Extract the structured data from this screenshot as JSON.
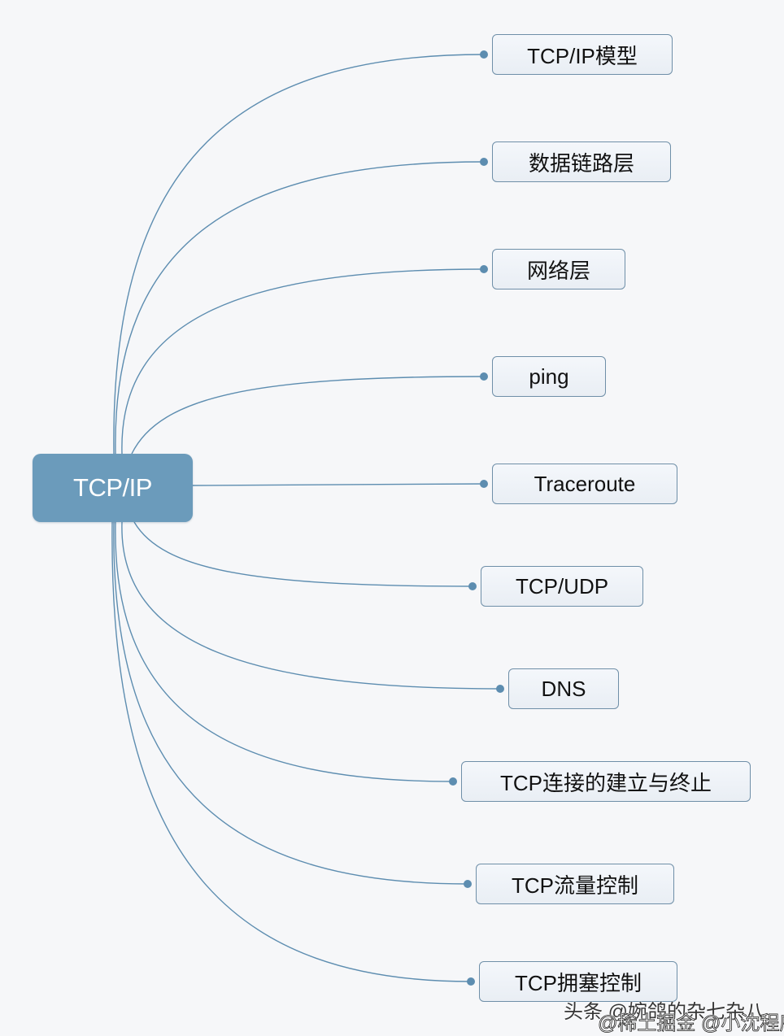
{
  "diagram": {
    "type": "mind-map",
    "root": {
      "label": "TCP/IP"
    },
    "branches": [
      {
        "label": "TCP/IP模型"
      },
      {
        "label": "数据链路层"
      },
      {
        "label": "网络层"
      },
      {
        "label": "ping"
      },
      {
        "label": "Traceroute"
      },
      {
        "label": "TCP/UDP"
      },
      {
        "label": "DNS"
      },
      {
        "label": "TCP连接的建立与终止"
      },
      {
        "label": "TCP流量控制"
      },
      {
        "label": "TCP拥塞控制"
      }
    ],
    "colors": {
      "root_fill": "#6b9bbb",
      "edge": "#5d8db0",
      "node_border": "#6f8fa8"
    }
  },
  "watermarks": [
    "头条 @婉鸽的杂七杂八",
    "@稀土掘金 @小沈程序猿"
  ]
}
